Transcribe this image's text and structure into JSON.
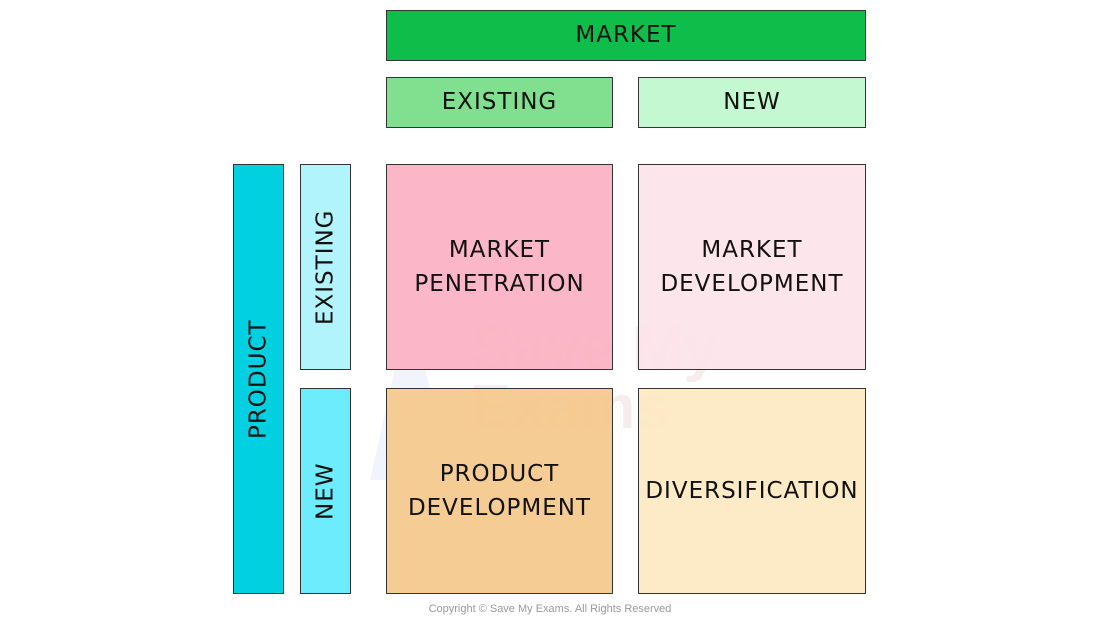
{
  "header": {
    "market_label": "MARKET",
    "existing_label": "EXISTING",
    "new_label": "NEW"
  },
  "side": {
    "product_label": "PRODUCT",
    "existing_label": "EXISTING",
    "new_label": "NEW"
  },
  "quadrants": [
    {
      "label_line1": "MARKET",
      "label_line2": "PENETRATION",
      "color": "#fbb3c4"
    },
    {
      "label_line1": "MARKET",
      "label_line2": "DEVELOPMENT",
      "color": "#fde3ea"
    },
    {
      "label_line1": "PRODUCT",
      "label_line2": "DEVELOPMENT",
      "color": "#f4c98d"
    },
    {
      "label_line1": "DIVERSIFICATION",
      "label_line2": "",
      "color": "#fde9c3"
    }
  ],
  "colors": {
    "market": "#0fbd4a",
    "market_existing": "#80e090",
    "market_new": "#c4f8d0",
    "product": "#00d0e0",
    "product_existing": "#b2f4fc",
    "product_new": "#6cecfc"
  },
  "watermark": {
    "text": "Save My Exams"
  },
  "footer": {
    "copyright": "Copyright © Save My Exams. All Rights Reserved"
  }
}
